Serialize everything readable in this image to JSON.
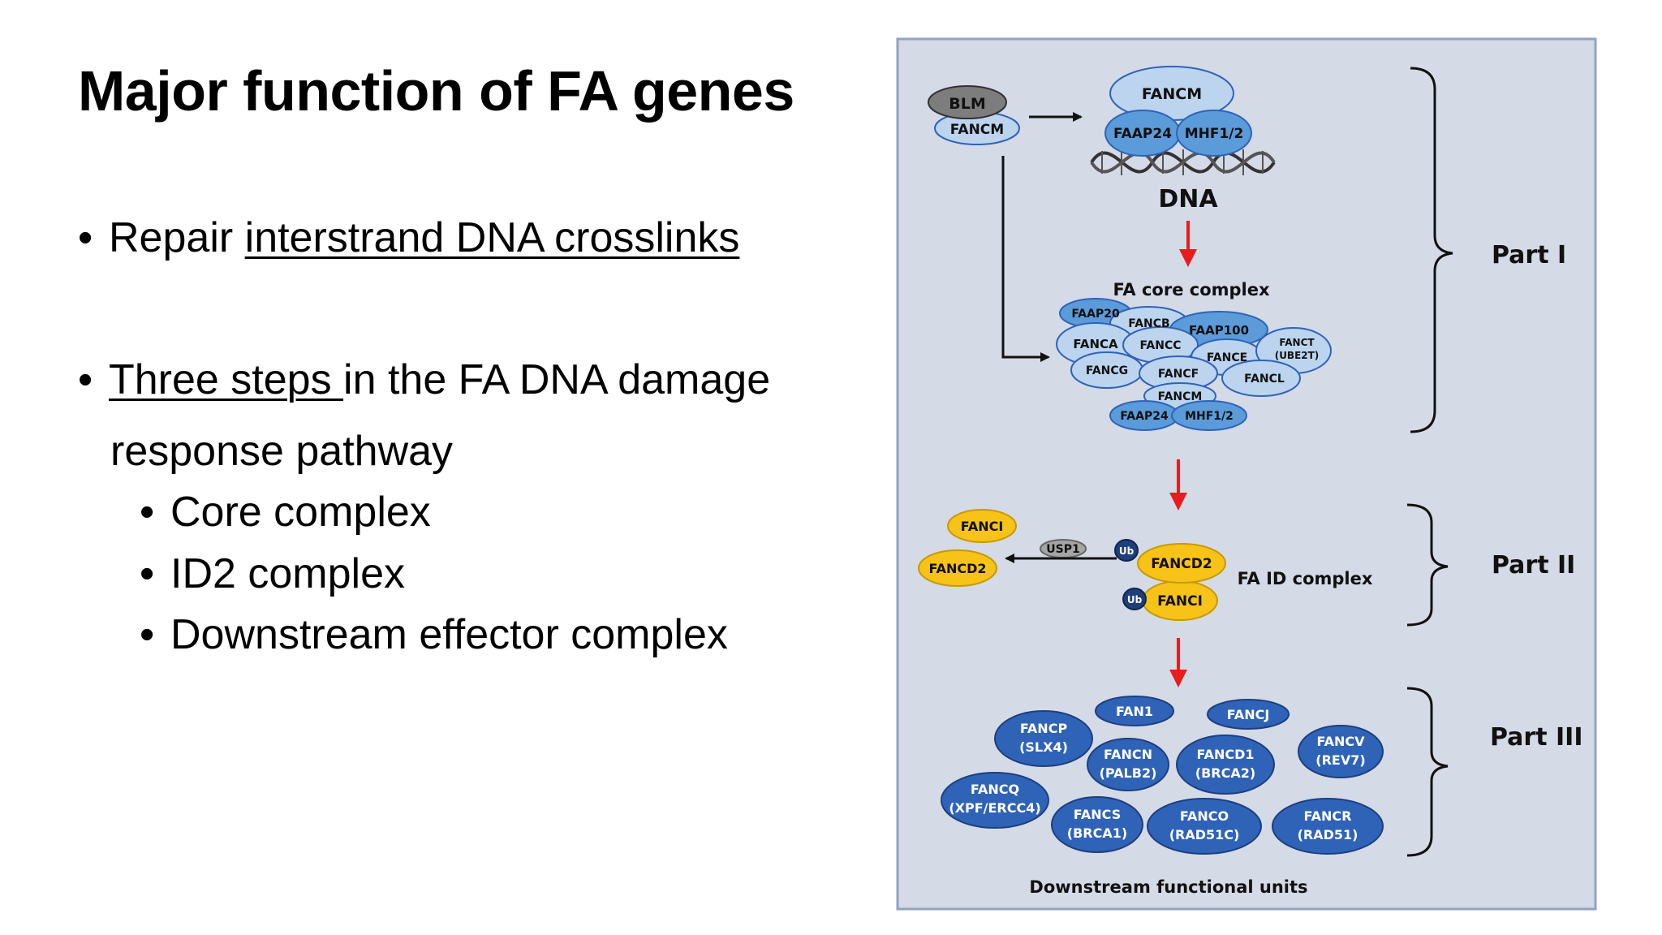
{
  "slide": {
    "title": "Major function of FA genes",
    "bullet1": {
      "prefix": "Repair ",
      "link": "interstrand DNA crosslinks"
    },
    "bullet2": {
      "link": "Three steps ",
      "suffix": "in the FA DNA damage",
      "cont": "response pathway"
    },
    "subbullets": [
      "Core complex",
      "ID2 complex",
      "Downstream effector complex"
    ]
  },
  "diagram": {
    "colors": {
      "background": "#d4dae6",
      "light_blue": "#bcd4ee",
      "mid_blue": "#5b9bd9",
      "dark_blue": "#2f63b8",
      "yellow": "#f7c318",
      "grey": "#7d7d7d",
      "red_arrow": "#e81c1c"
    },
    "blm": {
      "top": "BLM",
      "bottom": "FANCM"
    },
    "top_complex": {
      "a": "FANCM",
      "b": "FAAP24",
      "c": "MHF1/2",
      "dna": "DNA"
    },
    "core": {
      "label": "FA core complex",
      "proteins": {
        "faap20": "FAAP20",
        "fancb": "FANCB",
        "faap100": "FAAP100",
        "fanca": "FANCA",
        "fancc": "FANCC",
        "fance": "FANCE",
        "fanct": "FANCT",
        "ube2t": "(UBE2T)",
        "fancg": "FANCG",
        "fancf": "FANCF",
        "fancl": "FANCL",
        "fancm": "FANCM",
        "faap24": "FAAP24",
        "mhf12": "MHF1/2"
      }
    },
    "id_complex": {
      "fanci_free": "FANCI",
      "fancd2_free": "FANCD2",
      "usp1": "USP1",
      "ub": "Ub",
      "fancd2": "FANCD2",
      "fanci": "FANCI",
      "label": "FA ID complex"
    },
    "downstream": {
      "label": "Downstream functional units",
      "fan1": "FAN1",
      "fancj": "FANCJ",
      "fancp": [
        "FANCP",
        "(SLX4)"
      ],
      "fancn": [
        "FANCN",
        "(PALB2)"
      ],
      "fancd1": [
        "FANCD1",
        "(BRCA2)"
      ],
      "fancv": [
        "FANCV",
        "(REV7)"
      ],
      "fancq": [
        "FANCQ",
        "(XPF/ERCC4)"
      ],
      "fancs": [
        "FANCS",
        "(BRCA1)"
      ],
      "fanco": [
        "FANCO",
        "(RAD51C)"
      ],
      "fancr": [
        "FANCR",
        "(RAD51)"
      ]
    },
    "parts": [
      "Part I",
      "Part II",
      "Part III"
    ]
  }
}
